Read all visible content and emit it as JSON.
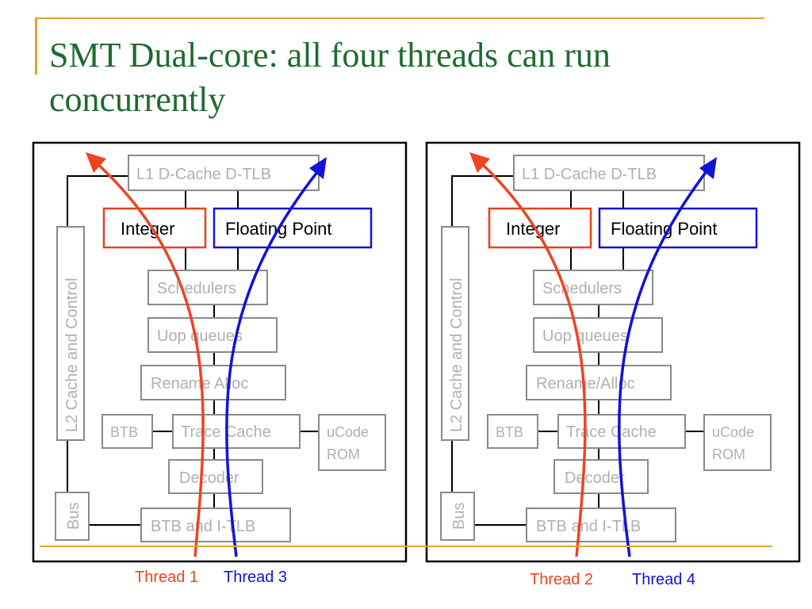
{
  "title": {
    "line1": "SMT Dual-core: all four threads can run",
    "line2": "concurrently"
  },
  "core_labels": {
    "l1": "L1 D-Cache D-TLB",
    "integer": "Integer",
    "floating_point": "Floating Point",
    "schedulers": "Schedulers",
    "uop_queues": "Uop queues",
    "rename_alloc_left": "Rename Alloc",
    "rename_alloc_right": "Rename/Alloc",
    "btb": "BTB",
    "trace_cache": "Trace Cache",
    "ucode_line1": "uCode",
    "ucode_line2": "ROM",
    "decoder": "Decoder",
    "btb_itlb": "BTB and I-TLB",
    "l2": "L2 Cache and Control",
    "bus": "Bus"
  },
  "threads": {
    "left_red": "Thread 1",
    "left_blue": "Thread 3",
    "right_red": "Thread 2",
    "right_blue": "Thread 4"
  },
  "colors": {
    "title": "#1e6b30",
    "accent_line": "#d9a62e",
    "thread_red": "#ee4421",
    "thread_blue": "#1212d8",
    "box_text": "#b0b0b0"
  }
}
